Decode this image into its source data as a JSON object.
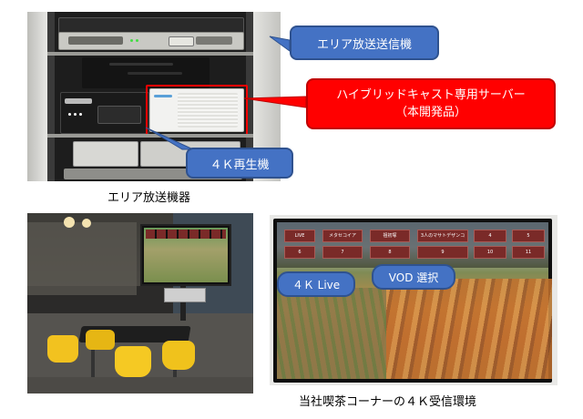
{
  "rack_photo": {
    "callouts": {
      "area_transmitter": "エリア放送送信機",
      "hybridcast_server_line1": "ハイブリッドキャスト専用サーバー",
      "hybridcast_server_line2": "（本開発品）",
      "playback_4k": "４Ｋ再生機"
    },
    "caption": "エリア放送機器"
  },
  "tv_photo": {
    "menu_tiles": [
      {
        "label": "LIVE"
      },
      {
        "label": "メタセコイア"
      },
      {
        "label": "祖初塚"
      },
      {
        "label": "3人のマサトデザンコ"
      },
      {
        "label": "4"
      },
      {
        "label": "5"
      },
      {
        "label": "6"
      },
      {
        "label": "7"
      },
      {
        "label": "8"
      },
      {
        "label": "9"
      },
      {
        "label": "10"
      },
      {
        "label": "11"
      }
    ],
    "callouts": {
      "live_4k": "４Ｋ Live",
      "vod_select": "VOD 選択"
    },
    "caption": "当社喫茶コーナーの４Ｋ受信環境"
  },
  "colors": {
    "callout_blue": "#4472c4",
    "callout_red": "#ff0000",
    "highlight_border": "#ff0000"
  }
}
